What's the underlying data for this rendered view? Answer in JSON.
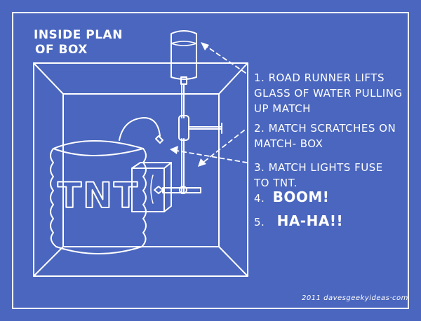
{
  "title_line1": "INSIDE PLAN",
  "title_line2": "OF BOX",
  "tnt_label": "TNT",
  "steps": [
    {
      "num": "1.",
      "lines": [
        "ROAD RUNNER LIFTS",
        "GLASS OF WATER PULLING",
        "UP MATCH"
      ]
    },
    {
      "num": "2.",
      "lines": [
        "MATCH SCRATCHES ON",
        "MATCH- BOX"
      ]
    },
    {
      "num": "3.",
      "lines": [
        "MATCH LIGHTS FUSE",
        "TO TNT."
      ]
    },
    {
      "num": "4.",
      "lines": [
        "BOOM!"
      ]
    },
    {
      "num": "5.",
      "lines": [
        "HA-HA!!"
      ]
    }
  ],
  "credit": "2011 davesgeekyideas·com",
  "colors": {
    "background": "#4a66be",
    "ink": "#ffffff"
  }
}
